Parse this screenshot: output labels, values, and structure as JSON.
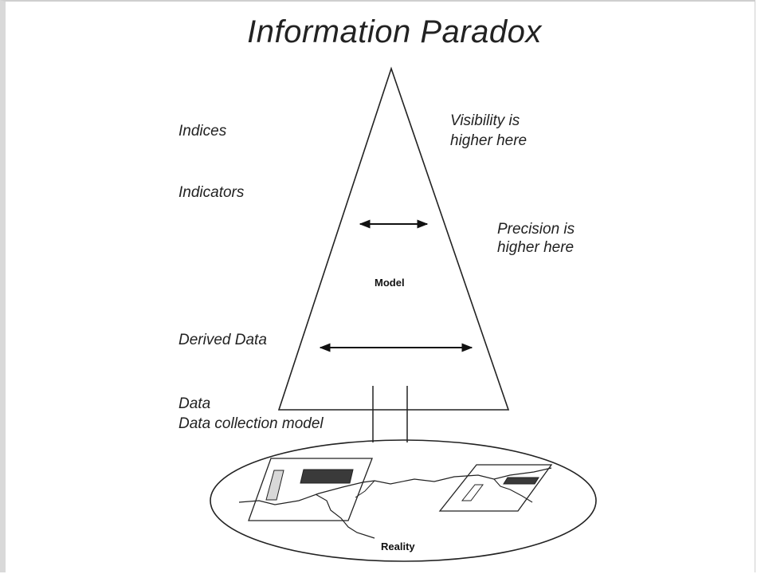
{
  "title": "Information Paradox",
  "left_labels": {
    "indices": "Indices",
    "indicators": "Indicators",
    "derived_data": "Derived Data",
    "data": "Data",
    "data_collection_model": "Data collection model"
  },
  "right_labels": {
    "visibility": [
      "Visibility is",
      "higher here"
    ],
    "precision": [
      "Precision is",
      "higher here"
    ]
  },
  "center_labels": {
    "model": "Model",
    "reality": "Reality"
  }
}
